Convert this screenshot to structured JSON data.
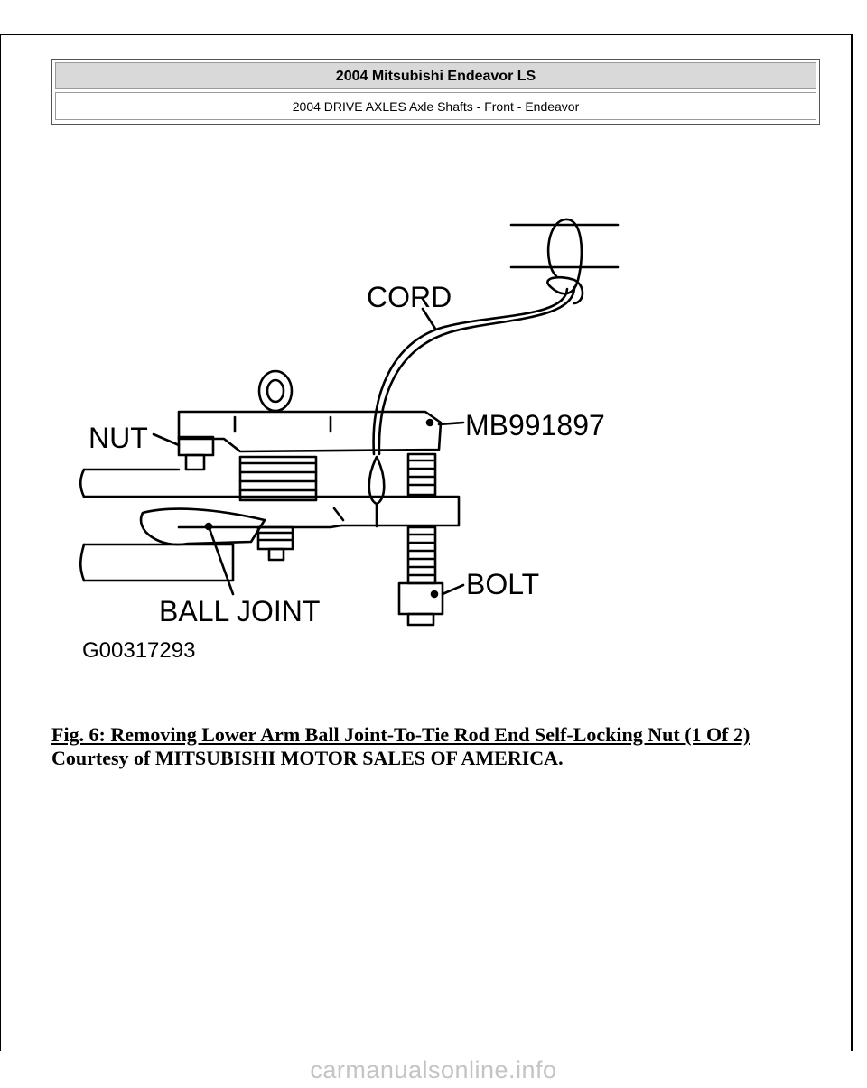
{
  "header": {
    "title": "2004 Mitsubishi Endeavor LS",
    "subtitle": "2004 DRIVE AXLES Axle Shafts - Front - Endeavor"
  },
  "figure": {
    "labels": {
      "cord": "CORD",
      "tool": "MB991897",
      "nut": "NUT",
      "bolt": "BOLT",
      "ball_joint": "BALL JOINT",
      "code": "G00317293"
    }
  },
  "caption": {
    "link_text": "Fig. 6: Removing Lower Arm Ball Joint-To-Tie Rod End Self-Locking Nut (1 Of 2)",
    "credit": "Courtesy of MITSUBISHI MOTOR SALES OF AMERICA."
  },
  "footer": {
    "watermark": "carmanualsonline.info"
  }
}
